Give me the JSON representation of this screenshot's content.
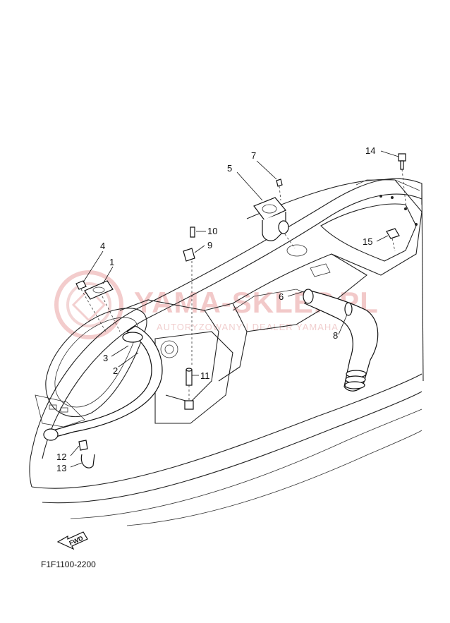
{
  "watermark": {
    "brand": "YAMA-SKLEP.PL",
    "subtitle": "AUTORYZOWANY | DEALER YAMAHA"
  },
  "callouts": [
    {
      "id": "1",
      "label": "1"
    },
    {
      "id": "2",
      "label": "2"
    },
    {
      "id": "3",
      "label": "3"
    },
    {
      "id": "4",
      "label": "4"
    },
    {
      "id": "5",
      "label": "5"
    },
    {
      "id": "6",
      "label": "6"
    },
    {
      "id": "7",
      "label": "7"
    },
    {
      "id": "8",
      "label": "8"
    },
    {
      "id": "9",
      "label": "9"
    },
    {
      "id": "10",
      "label": "10"
    },
    {
      "id": "11",
      "label": "11"
    },
    {
      "id": "12",
      "label": "12"
    },
    {
      "id": "13",
      "label": "13"
    },
    {
      "id": "14",
      "label": "14"
    },
    {
      "id": "15",
      "label": "15"
    }
  ],
  "fwd_label": "FWD",
  "diagram_code": "F1F1100-2200"
}
